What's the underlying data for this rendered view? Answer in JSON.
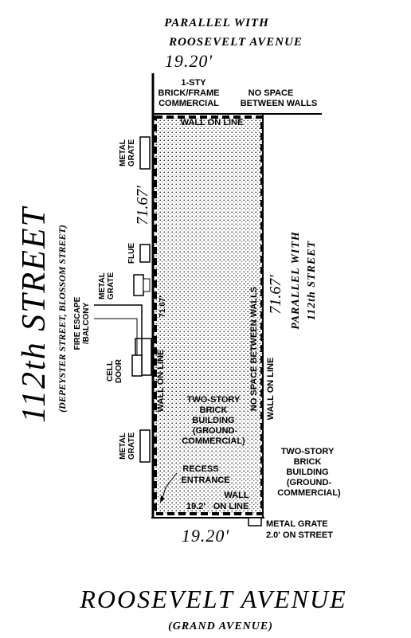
{
  "top_street": {
    "line1": "PARALLEL WITH",
    "line2": "ROOSEVELT AVENUE",
    "dimension": "19.20'"
  },
  "north_neighbor": {
    "line1": "1-STY",
    "line2": "BRICK/FRAME",
    "line3": "COMMERCIAL",
    "note1": "NO SPACE",
    "note2": "BETWEEN WALLS"
  },
  "top_wall": "WALL ON LINE",
  "left_street": {
    "name": "112th STREET",
    "alt": "(DEPEYSTER STREET, BLOSSOM STREET)"
  },
  "left_dimension": "71.67'",
  "inner_dimension": "71.67'",
  "right_dimension": "71.67'",
  "right_parallel": {
    "line1": "PARALLEL WITH",
    "line2": "112th STREET"
  },
  "fixtures": {
    "metal_grate": "METAL GRATE",
    "metal_grate_lower": "METAL GRATE",
    "flue": "FLUE",
    "metal_grate_mid": "METAL GRATE",
    "fire_escape": "FIRE ESCAPE /BALCONY",
    "cell_door": "CELL DOOR"
  },
  "left_wall": "WALL ON LINE",
  "right_wall1": "NO SPACE BETWEEN WALLS",
  "right_wall2": "WALL ON LINE",
  "building": {
    "line1": "TWO-STORY",
    "line2": "BRICK",
    "line3": "BUILDING",
    "line4": "(GROUND-",
    "line5": "COMMERCIAL)"
  },
  "recess": {
    "line1": "RECESS",
    "line2": "ENTRANCE"
  },
  "bottom_wall": {
    "line1": "WALL",
    "line2": "ON LINE"
  },
  "inner_bottom_dimension": "19.2'",
  "east_neighbor": {
    "line1": "TWO-STORY",
    "line2": "BRICK",
    "line3": "BUILDING",
    "line4": "(GROUND-",
    "line5": "COMMERCIAL)"
  },
  "bottom_dimension": "19.20'",
  "street_grate": {
    "line1": "METAL GRATE",
    "line2": "2.0' ON STREET"
  },
  "bottom_street": {
    "name": "ROOSEVELT AVENUE",
    "alt": "(GRAND AVENUE)"
  }
}
